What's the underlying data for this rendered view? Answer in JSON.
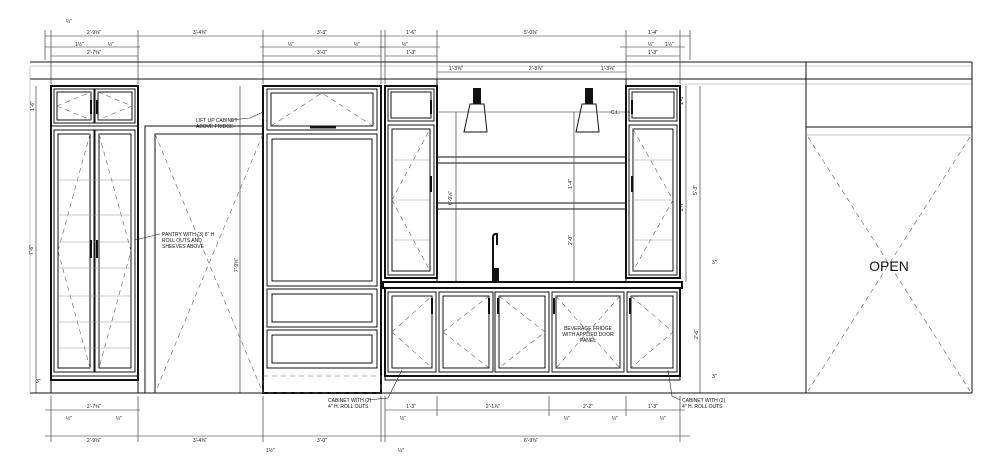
{
  "notes": {
    "lift_up_1": "LIFT UP CABINET",
    "lift_up_2": "ABOVE FRIDGE",
    "pantry_1": "PANTRY WITH (3) 6\" H",
    "pantry_2": "ROLL OUTS AND",
    "pantry_3": "SHEEVES ABOVE",
    "bev_1": "BEVERAGE FRIDGE",
    "bev_2": "WITH APPLIED DOOR",
    "bev_3": "PANEL",
    "cab_left_1": "CABINET WITH (2)",
    "cab_left_2": "4\" H. ROLL OUTS",
    "cab_right_1": "CABINET WITH (2)",
    "cab_right_2": "4\" H. ROLL OUTS",
    "cl": "C.L.",
    "open": "OPEN"
  },
  "dims_top": {
    "d1": "2'-9⅝\"",
    "d2": "3'-4⅜\"",
    "d3": "3'-3\"",
    "d4": "1'-6\"",
    "d5": "5'-0⅜\"",
    "d6": "1'-4\"",
    "e1": "2'-7⅝\"",
    "e2": "3'-0\"",
    "e3": "1'-3\"",
    "e4": "1'-3\"",
    "f1": "1'-3⅜\"",
    "f2": "2'-3⅞\"",
    "f3": "1'-3⅛\"",
    "s1": "½\"",
    "s2": "1½\"",
    "s3": "½\"",
    "s4": "½\"",
    "s5": "½\"",
    "s6": "½\"",
    "s7": "½\"",
    "s8": "1½\""
  },
  "dims_bottom": {
    "b1": "2'-7⅝\"",
    "b2": "1'-3\"",
    "b3": "2'-1⅞\"",
    "b4": "2'-2\"",
    "b5": "1'-3\"",
    "c1": "2'-9⅝\"",
    "c2": "3'-4⅜\"",
    "c3": "3'-0\"",
    "c4": "6'-9⅞\"",
    "s1": "½\"",
    "s2": "½\"",
    "s3": "½\"",
    "s4": "½\"",
    "s5": "½\"",
    "s6": "½\"",
    "s7": "1½\"",
    "s8": "½\""
  },
  "dims_vertical": {
    "v1": "7'-6\"",
    "v2": "7'-9⅝\"",
    "v3": "6'-9⅛\"",
    "v4": "2'-0\"",
    "v5": "1'-4\"",
    "v6": "1'-6\"",
    "v7": "2'-6\"",
    "v8": "2'-6\"",
    "v9": "5'-3\"",
    "v10": "1'-6\"",
    "v11": "2'-7\"",
    "v12": "3\"",
    "v13": "3\"",
    "v14": "3\""
  }
}
